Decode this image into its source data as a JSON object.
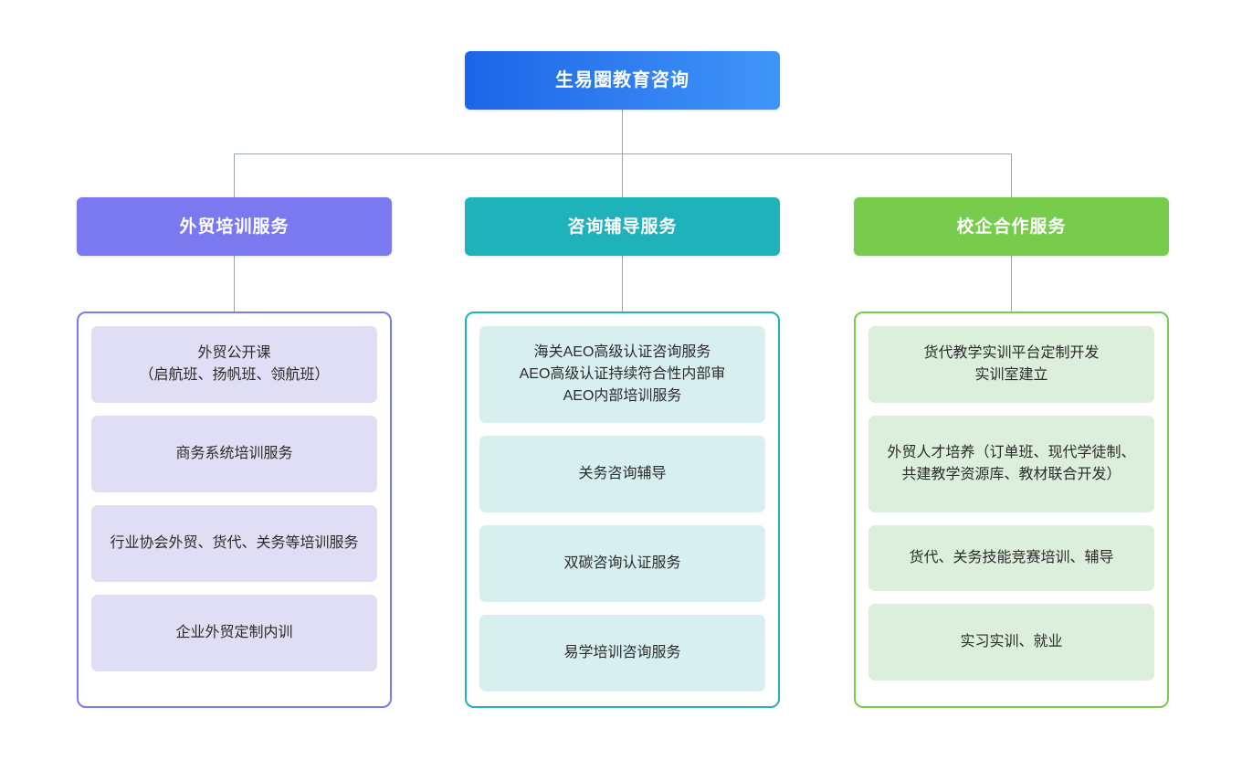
{
  "diagram": {
    "type": "organization-tree",
    "root": {
      "label": "生易圈教育咨询",
      "color": "#2d7bef"
    },
    "connector_color": "#9aa4ac",
    "branches": [
      {
        "label": "外贸培训服务",
        "color": "#7b79f0",
        "card_color": "#e0def4",
        "items": [
          "外贸公开课\n（启航班、扬帆班、领航班）",
          "商务系统培训服务",
          "行业协会外贸、货代、关务等培训服务",
          "企业外贸定制内训"
        ]
      },
      {
        "label": "咨询辅导服务",
        "color": "#20b2ba",
        "card_color": "#d8eff0",
        "items": [
          "海关AEO高级认证咨询服务\nAEO高级认证持续符合性内部审\nAEO内部培训服务",
          "关务咨询辅导",
          "双碳咨询认证服务",
          "易学培训咨询服务"
        ]
      },
      {
        "label": "校企合作服务",
        "color": "#78cc4c",
        "card_color": "#dcefdc",
        "items": [
          "货代教学实训平台定制开发\n实训室建立",
          "外贸人才培养（订单班、现代学徒制、共建教学资源库、教材联合开发）",
          "货代、关务技能竞赛培训、辅导",
          "实习实训、就业"
        ]
      }
    ]
  }
}
